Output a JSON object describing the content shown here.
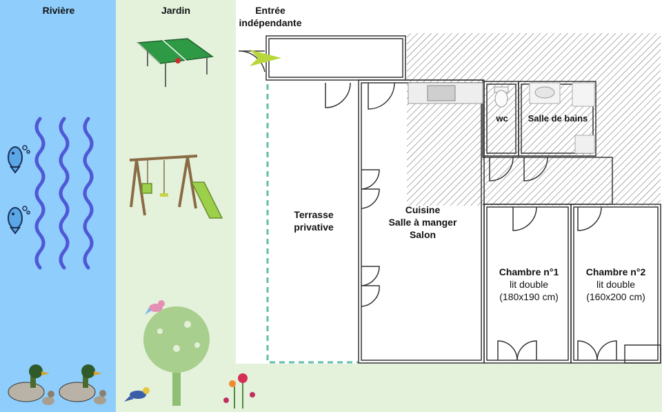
{
  "zones": {
    "river": "Rivière",
    "garden": "Jardin",
    "entrance_line1": "Entrée",
    "entrance_line2": "indépendante"
  },
  "rooms": {
    "terrace_line1": "Terrasse",
    "terrace_line2": "privative",
    "living_line1": "Cuisine",
    "living_line2": "Salle à manger",
    "living_line3": "Salon",
    "wc": "wc",
    "bathroom": "Salle de bains",
    "bedroom1_title": "Chambre n°1",
    "bedroom1_bed": "lit double",
    "bedroom1_size": "(180x190 cm)",
    "bedroom2_title": "Chambre n°2",
    "bedroom2_bed": "lit double",
    "bedroom2_size": "(160x200 cm)"
  },
  "colors": {
    "river": "#8ecdfc",
    "garden": "#e4f2dc",
    "wave": "#5058d6",
    "terrace_dash": "#5fbfa6",
    "wall": "#333333",
    "hatch": "#777777"
  },
  "icons": [
    "fish-icon",
    "duck-icon",
    "ping-pong-table-icon",
    "swing-set-icon",
    "tree-icon",
    "bird-icon",
    "flowers-icon",
    "door-icon",
    "toilet-icon",
    "sink-icon"
  ]
}
